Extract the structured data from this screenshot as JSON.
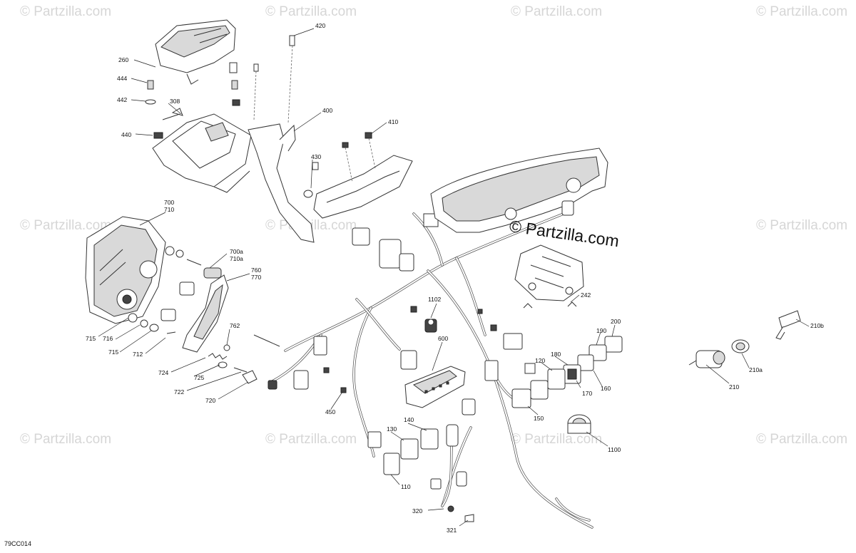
{
  "watermark_text": "© Partzilla.com",
  "brand_label": "© Partzilla.com",
  "diagram_code": "79CC014",
  "callouts": [
    "420",
    "260",
    "444",
    "442",
    "308",
    "440",
    "400",
    "410",
    "430",
    "700\n710",
    "700a\n710a",
    "760\n770",
    "715",
    "716",
    "715",
    "712",
    "762",
    "724",
    "725",
    "722",
    "720",
    "1102",
    "600",
    "242",
    "200",
    "190",
    "180",
    "120",
    "170",
    "160",
    "150",
    "450",
    "140",
    "130",
    "110",
    "320",
    "321",
    "1100",
    "210b",
    "210a",
    "210"
  ]
}
